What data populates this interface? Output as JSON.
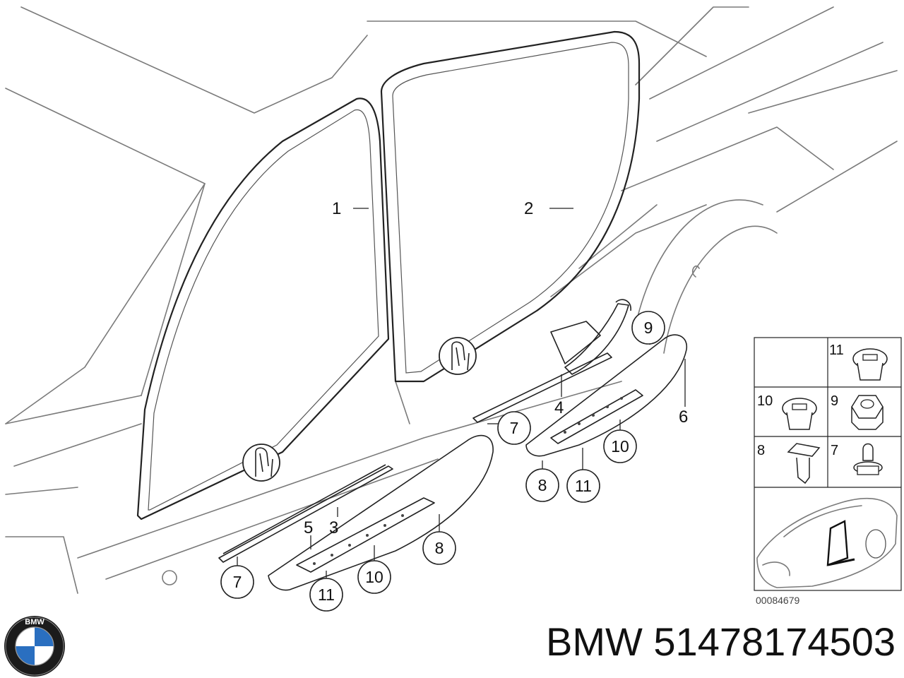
{
  "callouts": {
    "c1": "1",
    "c2": "2",
    "c3": "3",
    "c4": "4",
    "c5": "5",
    "c6": "6",
    "c7a": "7",
    "c7b": "7",
    "c8a": "8",
    "c8b": "8",
    "c9": "9",
    "c10a": "10",
    "c10b": "10",
    "c11a": "11",
    "c11b": "11"
  },
  "grid": {
    "cell_11": "11",
    "cell_10": "10",
    "cell_9": "9",
    "cell_8": "8",
    "cell_7": "7"
  },
  "reference_number": "00084679",
  "brand": {
    "logo_letters": "BMW",
    "caption": "BMW 51478174503"
  },
  "colors": {
    "line": "#7a7a7a",
    "ink": "#222222",
    "logo_blue": "#2a6fc0"
  }
}
